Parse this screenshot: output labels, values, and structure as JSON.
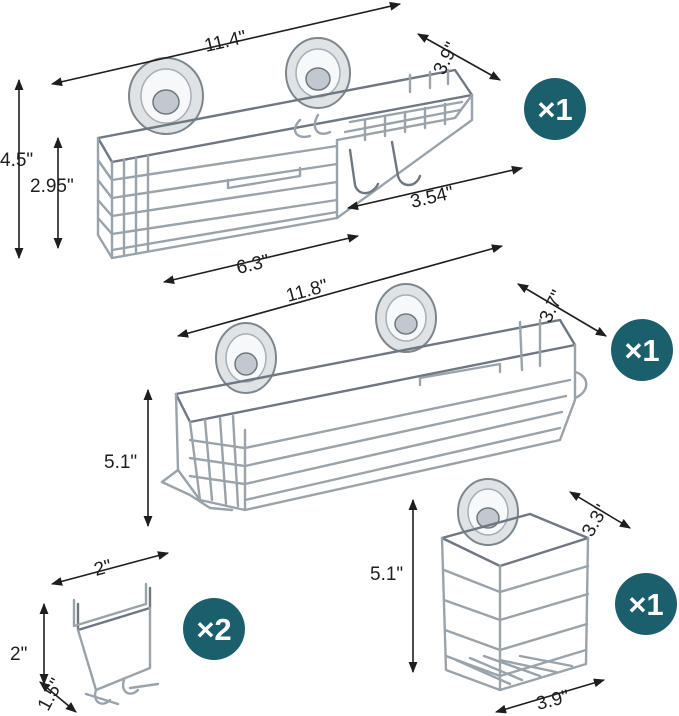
{
  "products": [
    {
      "name": "basket-with-soap-dish",
      "quantity": "×1",
      "dimensions": {
        "length": "11.4\"",
        "depth": "3.9\"",
        "height_total": "4.5\"",
        "height_basket": "2.95\"",
        "soap_dish_width": "3.54\"",
        "basket_width": "6.3\""
      }
    },
    {
      "name": "long-basket",
      "quantity": "×1",
      "dimensions": {
        "length": "11.8\"",
        "depth": "3.7\"",
        "height": "5.1\""
      }
    },
    {
      "name": "razor-hook",
      "quantity": "×2",
      "dimensions": {
        "width": "2\"",
        "height": "2\"",
        "depth": "1.5\""
      }
    },
    {
      "name": "toothbrush-holder",
      "quantity": "×1",
      "dimensions": {
        "height": "5.1\"",
        "depth": "3.3\"",
        "width": "3.9\""
      }
    }
  ],
  "colors": {
    "badge": "#1c5f6c",
    "badge_text": "#ffffff",
    "wire": "#9aa3aa",
    "dimension_text": "#1e1e1e"
  }
}
